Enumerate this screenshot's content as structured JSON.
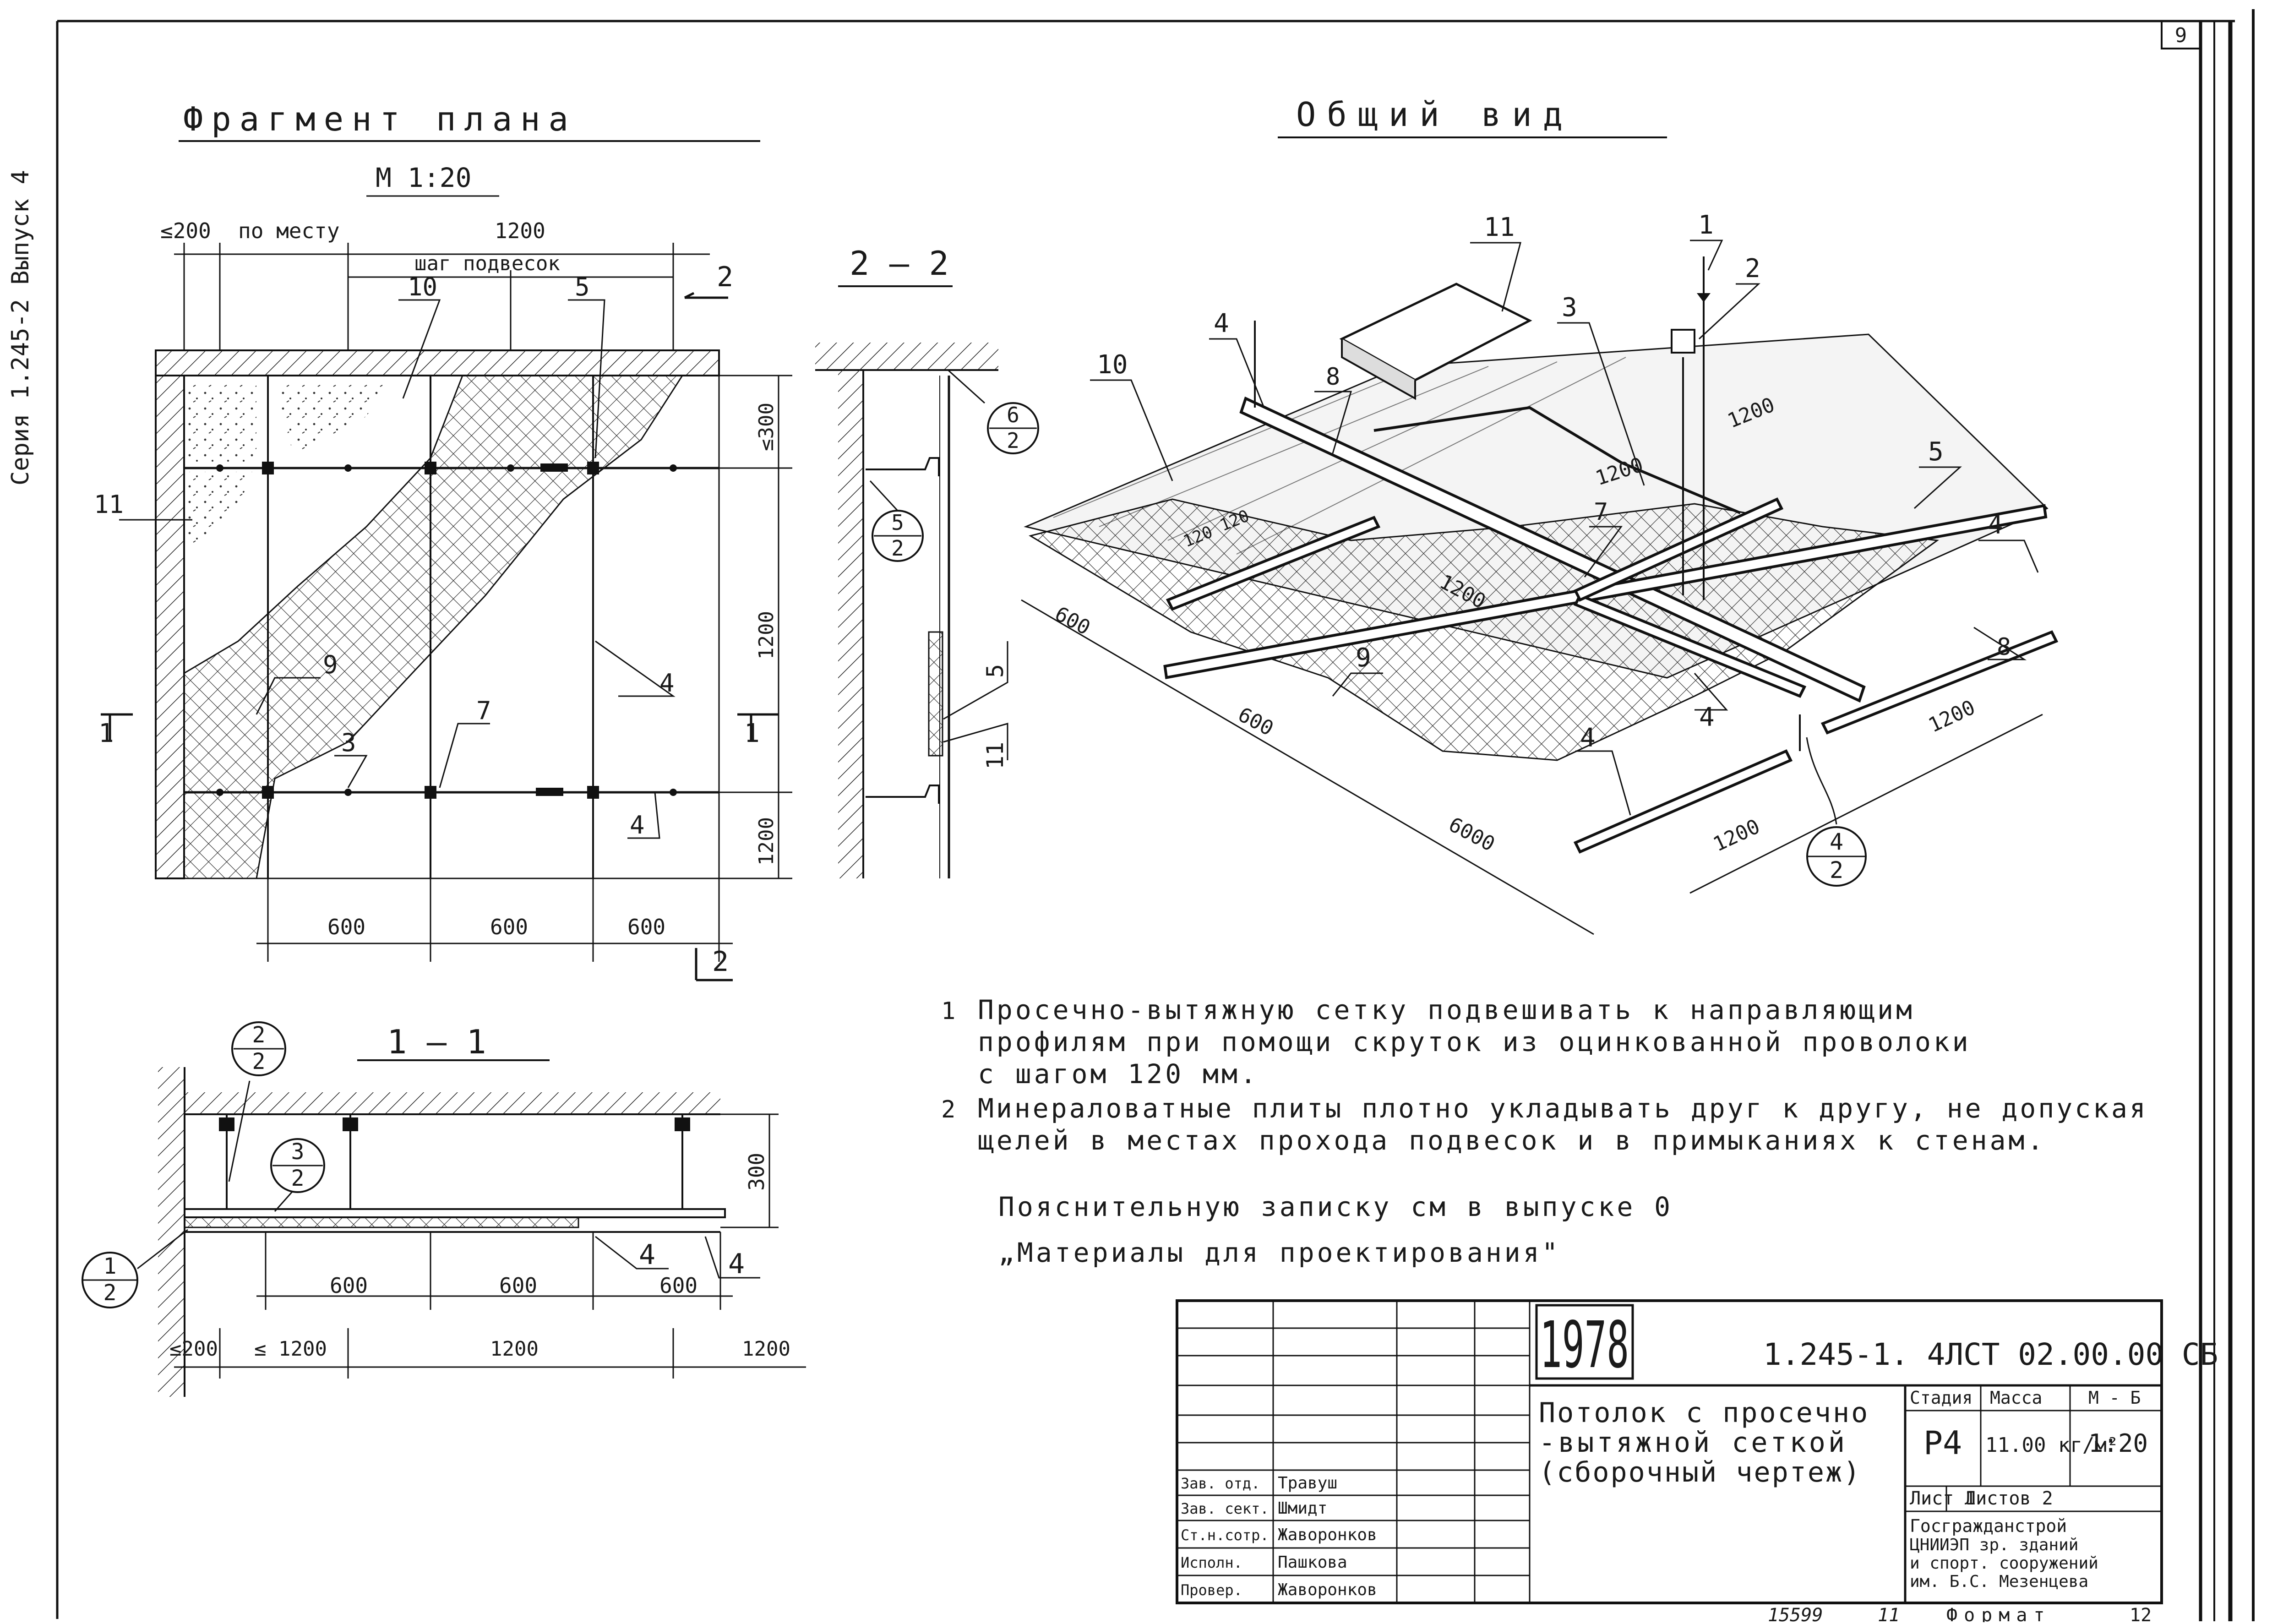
{
  "series_side": "Серия 1.245-2  Выпуск 4",
  "sheet_number": "9",
  "plan": {
    "title": "Фрагмент плана",
    "scale": "М 1:20",
    "dims_top": [
      "≤200",
      "по месту",
      "1200"
    ],
    "step_label": "шаг подвесок",
    "dims_bottom": [
      "600",
      "600",
      "600"
    ],
    "dims_right": [
      "≤300",
      "1200",
      "1200"
    ],
    "callouts": [
      "10",
      "5",
      "11",
      "9",
      "4",
      "3",
      "7",
      "4"
    ],
    "cut_marks": [
      "2",
      "2",
      "1",
      "1"
    ]
  },
  "section_22": {
    "title": "2 — 2",
    "bubbles": [
      {
        "top": "6",
        "bottom": "2"
      },
      {
        "top": "5",
        "bottom": "2"
      }
    ],
    "callouts": [
      "5",
      "11"
    ]
  },
  "section_11": {
    "title": "1 — 1",
    "bubbles": [
      {
        "top": "2",
        "bottom": "2"
      },
      {
        "top": "3",
        "bottom": "2"
      },
      {
        "top": "1",
        "bottom": "2"
      }
    ],
    "dims_height": "300",
    "dims_lower": [
      "600",
      "600",
      "600"
    ],
    "dims_bottom": [
      "≤200",
      "≤ 1200",
      "1200",
      "1200"
    ],
    "callouts": [
      "4",
      "4"
    ]
  },
  "general_view": {
    "title": "Общий вид",
    "callouts": [
      "11",
      "1",
      "2",
      "3",
      "4",
      "10",
      "8",
      "5",
      "4",
      "8",
      "7",
      "9",
      "4",
      "4"
    ],
    "dims": [
      "1200",
      "1200",
      "120",
      "120",
      "1200",
      "600",
      "600",
      "6000",
      "1200",
      "1200"
    ],
    "bubble": {
      "top": "4",
      "bottom": "2"
    }
  },
  "notes": [
    {
      "num": "1",
      "lines": [
        "Просечно-вытяжную сетку подвешивать к направляющим",
        "профилям при помощи скруток из оцинкованной проволоки",
        "с шагом 120 мм."
      ]
    },
    {
      "num": "2",
      "lines": [
        "Минераловатные плиты плотно укладывать друг к другу, не допуская",
        "щелей в местах прохода подвесок и в примыканиях к стенам."
      ]
    }
  ],
  "reference": [
    "Пояснительную записку см в выпуске 0",
    "„Материалы для проектирования\""
  ],
  "title_block": {
    "year": "1978",
    "code": "1.245-1. 4ЛСТ 02.00.00 СБ",
    "name": [
      "Потолок с просечно",
      "-вытяжной сеткой",
      "(сборочный чертеж)"
    ],
    "headers": [
      "Стадия",
      "Масса",
      "М - Б"
    ],
    "stage": "Р4",
    "mass": "11.00 кг/м²",
    "scale": "1:20",
    "sheet": "Лист 1",
    "sheets": "Листов 2",
    "org": [
      "Госгражданстрой",
      "ЦНИИЭП зр. зданий",
      "и спорт. сооружений",
      "им. Б.С. Мезенцева"
    ],
    "people": [
      {
        "role": "Зав. отд.",
        "name": "Травуш"
      },
      {
        "role": "Зав. сект.",
        "name": "Шмидт"
      },
      {
        "role": "Ст.н.сотр.",
        "name": "Жаворонков"
      },
      {
        "role": "Исполн.",
        "name": "Пашкова"
      },
      {
        "role": "Провер.",
        "name": "Жаворонков"
      }
    ]
  },
  "footer": {
    "archive": "15599",
    "copy": "11",
    "format_label": "Формат",
    "format_value": "12"
  }
}
